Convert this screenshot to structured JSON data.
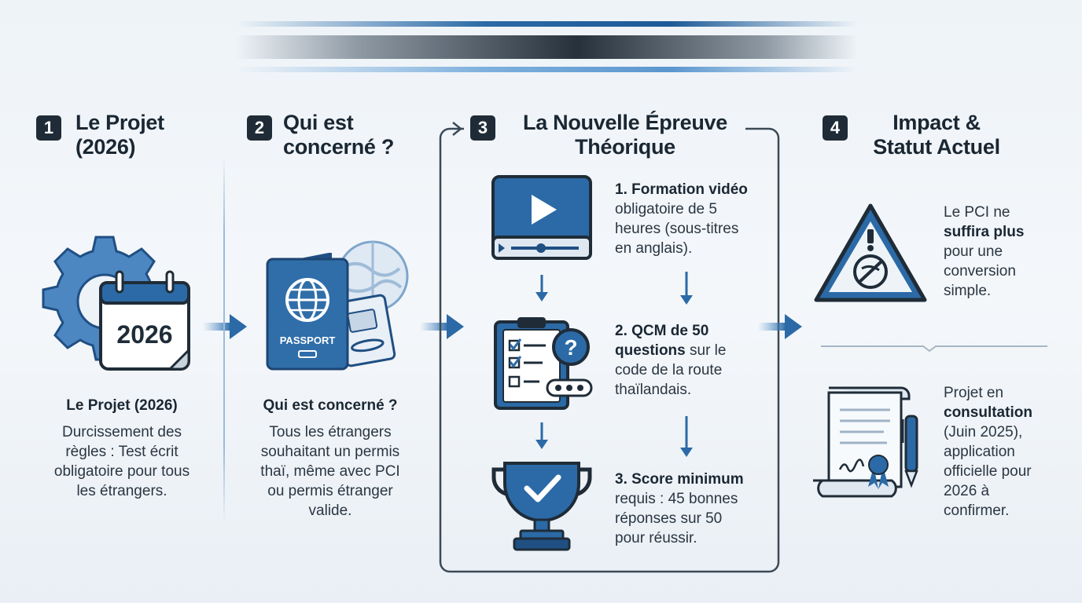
{
  "columns": [
    {
      "number": "1",
      "title_lines": [
        "Le Projet",
        "(2026)"
      ],
      "subtitle": "Le Projet (2026)",
      "body_lines": [
        "Durcissement des",
        "règles : Test écrit",
        "obligatoire pour tous",
        "les étrangers."
      ],
      "calendar_year": "2026"
    },
    {
      "number": "2",
      "title_lines": [
        "Qui est",
        "concerné ?"
      ],
      "subtitle": "Qui est concerné ?",
      "body_lines": [
        "Tous les étrangers",
        "souhaitant un permis",
        "thaï, même avec PCI",
        "ou permis étranger",
        "valide."
      ],
      "passport_label": "PASSPORT"
    },
    {
      "number": "3",
      "title_lines": [
        "La Nouvelle Épreuve",
        "Théorique"
      ],
      "steps": [
        {
          "bold": "1. Formation vidéo",
          "rest_lines": [
            "obligatoire de 5",
            "heures (sous-titres",
            "en anglais)."
          ]
        },
        {
          "bold_lines": [
            "2. QCM de 50",
            "questions"
          ],
          "rest_after_bold": " sur le",
          "rest_lines": [
            "code de la route",
            "thaïlandais."
          ]
        },
        {
          "bold": "3. Score minimum",
          "rest_lines": [
            "requis : 45 bonnes",
            "réponses sur 50",
            "pour réussir."
          ]
        }
      ]
    },
    {
      "number": "4",
      "title_lines": [
        "Impact &",
        "Statut Actuel"
      ],
      "impact": {
        "line1": "Le PCI ne",
        "bold": "suffira plus",
        "line3": "pour une",
        "line4": "conversion",
        "line5": "simple."
      },
      "status": {
        "line1": "Projet en",
        "bold": "consultation",
        "lines": [
          "(Juin 2025),",
          "application",
          "officielle pour",
          "2026 à",
          "confirmer."
        ]
      }
    }
  ],
  "colors": {
    "accent": "#2b6aa6",
    "dark": "#1f2c38",
    "light_blue": "#5a96cf"
  }
}
